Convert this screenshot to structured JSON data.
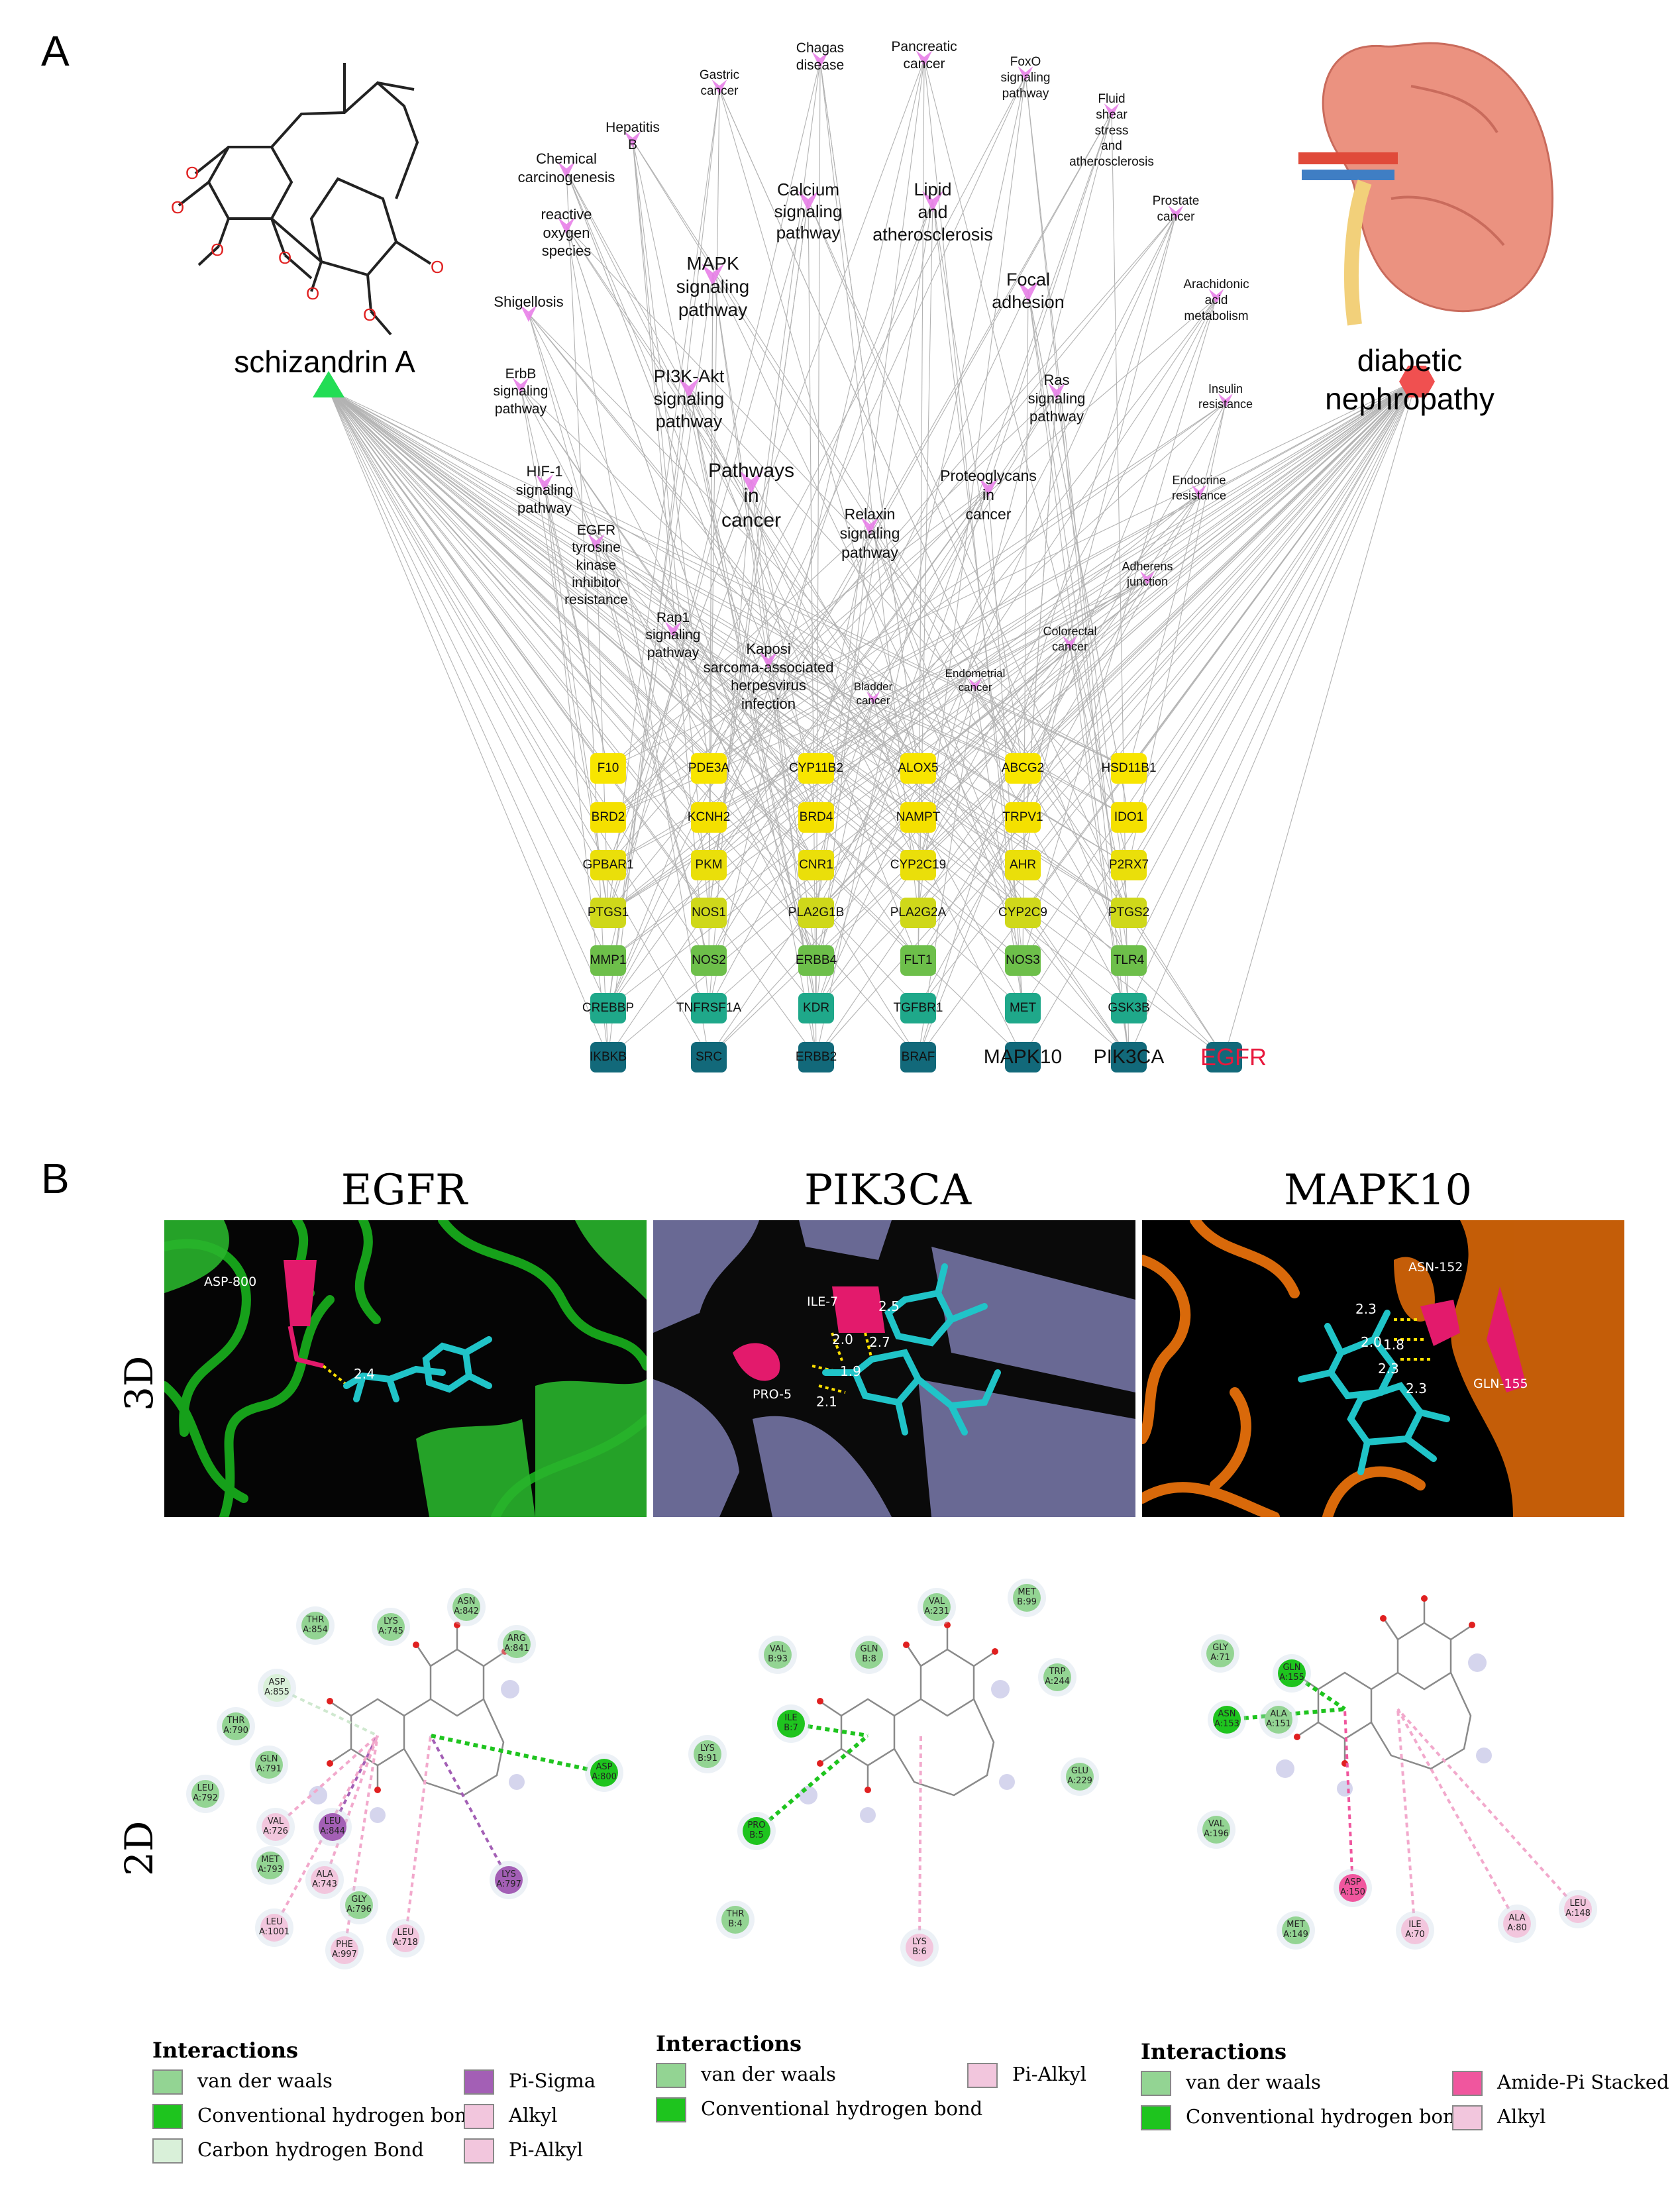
{
  "panel_a": {
    "letter": "A",
    "compound": {
      "label": "schizandrin\nA",
      "color": "#22dd55"
    },
    "disease": {
      "label": "diabetic\nnephropathy",
      "color": "#f05050"
    },
    "pathways": [
      {
        "label": "Chagas\ndisease",
        "size": 21
      },
      {
        "label": "Pancreatic\ncancer",
        "size": 21
      },
      {
        "label": "Gastric\ncancer",
        "size": 19
      },
      {
        "label": "FoxO\nsignaling\npathway",
        "size": 19
      },
      {
        "label": "Fluid\nshear\nstress\nand\natherosclerosis",
        "size": 19
      },
      {
        "label": "Hepatitis\nB",
        "size": 21
      },
      {
        "label": "Chemical\ncarcinogenesis",
        "size": 22
      },
      {
        "label": "Calcium\nsignaling\npathway",
        "size": 26
      },
      {
        "label": "Lipid\nand\natherosclerosis",
        "size": 27
      },
      {
        "label": "Prostate\ncancer",
        "size": 19
      },
      {
        "label": "reactive\noxygen\nspecies",
        "size": 22
      },
      {
        "label": "MAPK\nsignaling\npathway",
        "size": 28
      },
      {
        "label": "Focal\nadhesion",
        "size": 27
      },
      {
        "label": "Arachidonic\nacid\nmetabolism",
        "size": 19
      },
      {
        "label": "Shigellosis",
        "size": 22
      },
      {
        "label": "ErbB\nsignaling\npathway",
        "size": 21
      },
      {
        "label": "PI3K-Akt\nsignaling\npathway",
        "size": 27
      },
      {
        "label": "Ras\nsignaling\npathway",
        "size": 22
      },
      {
        "label": "Insulin\nresistance",
        "size": 18
      },
      {
        "label": "HIF-1\nsignaling\npathway",
        "size": 22
      },
      {
        "label": "Pathways\nin\ncancer",
        "size": 30
      },
      {
        "label": "Proteoglycans\nin\ncancer",
        "size": 23
      },
      {
        "label": "Endocrine\nresistance",
        "size": 18
      },
      {
        "label": "Relaxin\nsignaling\npathway",
        "size": 23
      },
      {
        "label": "EGFR\ntyrosine\nkinase\ninhibitor\nresistance",
        "size": 21
      },
      {
        "label": "Adherens\njunction",
        "size": 18
      },
      {
        "label": "Rap1\nsignaling\npathway",
        "size": 21
      },
      {
        "label": "Kaposi\nsarcoma-associated\nherpesvirus\ninfection",
        "size": 22
      },
      {
        "label": "Colorectal\ncancer",
        "size": 18
      },
      {
        "label": "Endometrial\ncancer",
        "size": 17
      },
      {
        "label": "Bladder\ncancer",
        "size": 17
      }
    ],
    "genes": [
      [
        "F10",
        "BRD2",
        "GPBAR1",
        "PTGS1",
        "MMP1",
        "CREBBP",
        "IKBKB"
      ],
      [
        "PDE3A",
        "KCNH2",
        "PKM",
        "NOS1",
        "NOS2",
        "TNFRSF1A",
        "SRC"
      ],
      [
        "CYP11B2",
        "BRD4",
        "CNR1",
        "PLA2G1B",
        "ERBB4",
        "KDR",
        "ERBB2"
      ],
      [
        "ALOX5",
        "NAMPT",
        "CYP2C19",
        "PLA2G2A",
        "FLT1",
        "TGFBR1",
        "BRAF"
      ],
      [
        "ABCG2",
        "TRPV1",
        "AHR",
        "CYP2C9",
        "NOS3",
        "MET",
        "MAPK10"
      ],
      [
        "HSD11B1",
        "IDO1",
        "P2RX7",
        "PTGS2",
        "TLR4",
        "GSK3B",
        "PIK3CA"
      ]
    ],
    "extra_gene": "EGFR",
    "gene_row_colors": [
      "#f8e500",
      "#f4e000",
      "#eadf0a",
      "#cfd81a",
      "#6dbf4a",
      "#1fa88a",
      "#12697a"
    ],
    "highlight_label_color": "#e8183c"
  },
  "panel_b": {
    "letter": "B",
    "columns": [
      "EGFR",
      "PIK3CA",
      "MAPK10"
    ],
    "rows": [
      "3D",
      "2D"
    ],
    "views_3d": [
      {
        "bg": "#06a016",
        "residues": [
          "ASP-800"
        ],
        "distances": [
          "2.4"
        ]
      },
      {
        "bg": "#6e6e9a",
        "residues": [
          "ILE-7",
          "PRO-5"
        ],
        "distances": [
          "2.5",
          "2.0",
          "2.7",
          "1.9",
          "2.1"
        ]
      },
      {
        "bg": "#c85f06",
        "residues": [
          "ASN-152",
          "GLN-155"
        ],
        "distances": [
          "2.3",
          "2.0",
          "1.8",
          "2.3",
          "2.3"
        ]
      }
    ],
    "diagrams_2d": [
      {
        "residues": [
          {
            "text": "THR\nA:854",
            "type": "vdw"
          },
          {
            "text": "LYS\nA:745",
            "type": "vdw"
          },
          {
            "text": "ASN\nA:842",
            "type": "vdw"
          },
          {
            "text": "ARG\nA:841",
            "type": "vdw"
          },
          {
            "text": "ASP\nA:855",
            "type": "chb"
          },
          {
            "text": "THR\nA:790",
            "type": "vdw"
          },
          {
            "text": "GLN\nA:791",
            "type": "vdw"
          },
          {
            "text": "LEU\nA:792",
            "type": "vdw"
          },
          {
            "text": "VAL\nA:726",
            "type": "alkyl"
          },
          {
            "text": "LEU\nA:844",
            "type": "pisigma"
          },
          {
            "text": "MET\nA:793",
            "type": "vdw"
          },
          {
            "text": "ALA\nA:743",
            "type": "alkyl"
          },
          {
            "text": "GLY\nA:796",
            "type": "vdw"
          },
          {
            "text": "LEU\nA:1001",
            "type": "alkyl"
          },
          {
            "text": "PHE\nA:997",
            "type": "alkyl"
          },
          {
            "text": "LEU\nA:718",
            "type": "alkyl"
          },
          {
            "text": "LYS\nA:797",
            "type": "pisigma"
          },
          {
            "text": "ASP\nA:800",
            "type": "hbond"
          }
        ]
      },
      {
        "residues": [
          {
            "text": "VAL\nA:231",
            "type": "vdw"
          },
          {
            "text": "MET\nB:99",
            "type": "vdw"
          },
          {
            "text": "VAL\nB:93",
            "type": "vdw"
          },
          {
            "text": "GLN\nB:8",
            "type": "vdw"
          },
          {
            "text": "TRP\nA:244",
            "type": "vdw"
          },
          {
            "text": "ILE\nB:7",
            "type": "hbond"
          },
          {
            "text": "LYS\nB:91",
            "type": "vdw"
          },
          {
            "text": "GLU\nA:229",
            "type": "vdw"
          },
          {
            "text": "PRO\nB:5",
            "type": "hbond"
          },
          {
            "text": "THR\nB:4",
            "type": "vdw"
          },
          {
            "text": "LYS\nB:6",
            "type": "alkyl"
          }
        ]
      },
      {
        "residues": [
          {
            "text": "GLY\nA:71",
            "type": "vdw"
          },
          {
            "text": "GLN\nA:155",
            "type": "hbond"
          },
          {
            "text": "ASN\nA:153",
            "type": "hbond"
          },
          {
            "text": "ALA\nA:151",
            "type": "vdw"
          },
          {
            "text": "VAL\nA:196",
            "type": "vdw"
          },
          {
            "text": "ASP\nA:150",
            "type": "amidepi"
          },
          {
            "text": "MET\nA:149",
            "type": "vdw"
          },
          {
            "text": "ILE\nA:70",
            "type": "alkyl"
          },
          {
            "text": "ALA\nA:80",
            "type": "alkyl"
          },
          {
            "text": "LEU\nA:148",
            "type": "alkyl"
          }
        ]
      }
    ],
    "legends": [
      {
        "title": "Interactions",
        "items": [
          {
            "label": "van der waals",
            "color": "#93d493"
          },
          {
            "label": "Conventional hydrogen bond",
            "color": "#1ec41e"
          },
          {
            "label": "Carbon hydrogen Bond",
            "color": "#d9f0d9"
          },
          {
            "label": "Pi-Sigma",
            "color": "#a35fb5"
          },
          {
            "label": "Alkyl",
            "color": "#f2c6dd"
          },
          {
            "label": "Pi-Alkyl",
            "color": "#f2c6dd"
          }
        ]
      },
      {
        "title": "Interactions",
        "items": [
          {
            "label": "van der waals",
            "color": "#93d493"
          },
          {
            "label": "Conventional hydrogen bond",
            "color": "#1ec41e"
          },
          {
            "label": "Pi-Alkyl",
            "color": "#f2c6dd"
          }
        ]
      },
      {
        "title": "Interactions",
        "items": [
          {
            "label": "van der waals",
            "color": "#93d493"
          },
          {
            "label": "Conventional hydrogen bond",
            "color": "#1ec41e"
          },
          {
            "label": "Amide-Pi Stacked",
            "color": "#f0569e"
          },
          {
            "label": "Alkyl",
            "color": "#f2c6dd"
          }
        ]
      }
    ],
    "type_colors": {
      "vdw": "#93d493",
      "hbond": "#1ec41e",
      "chb": "#d9f0d9",
      "pisigma": "#a35fb5",
      "alkyl": "#f2c6dd",
      "amidepi": "#f0569e"
    }
  }
}
